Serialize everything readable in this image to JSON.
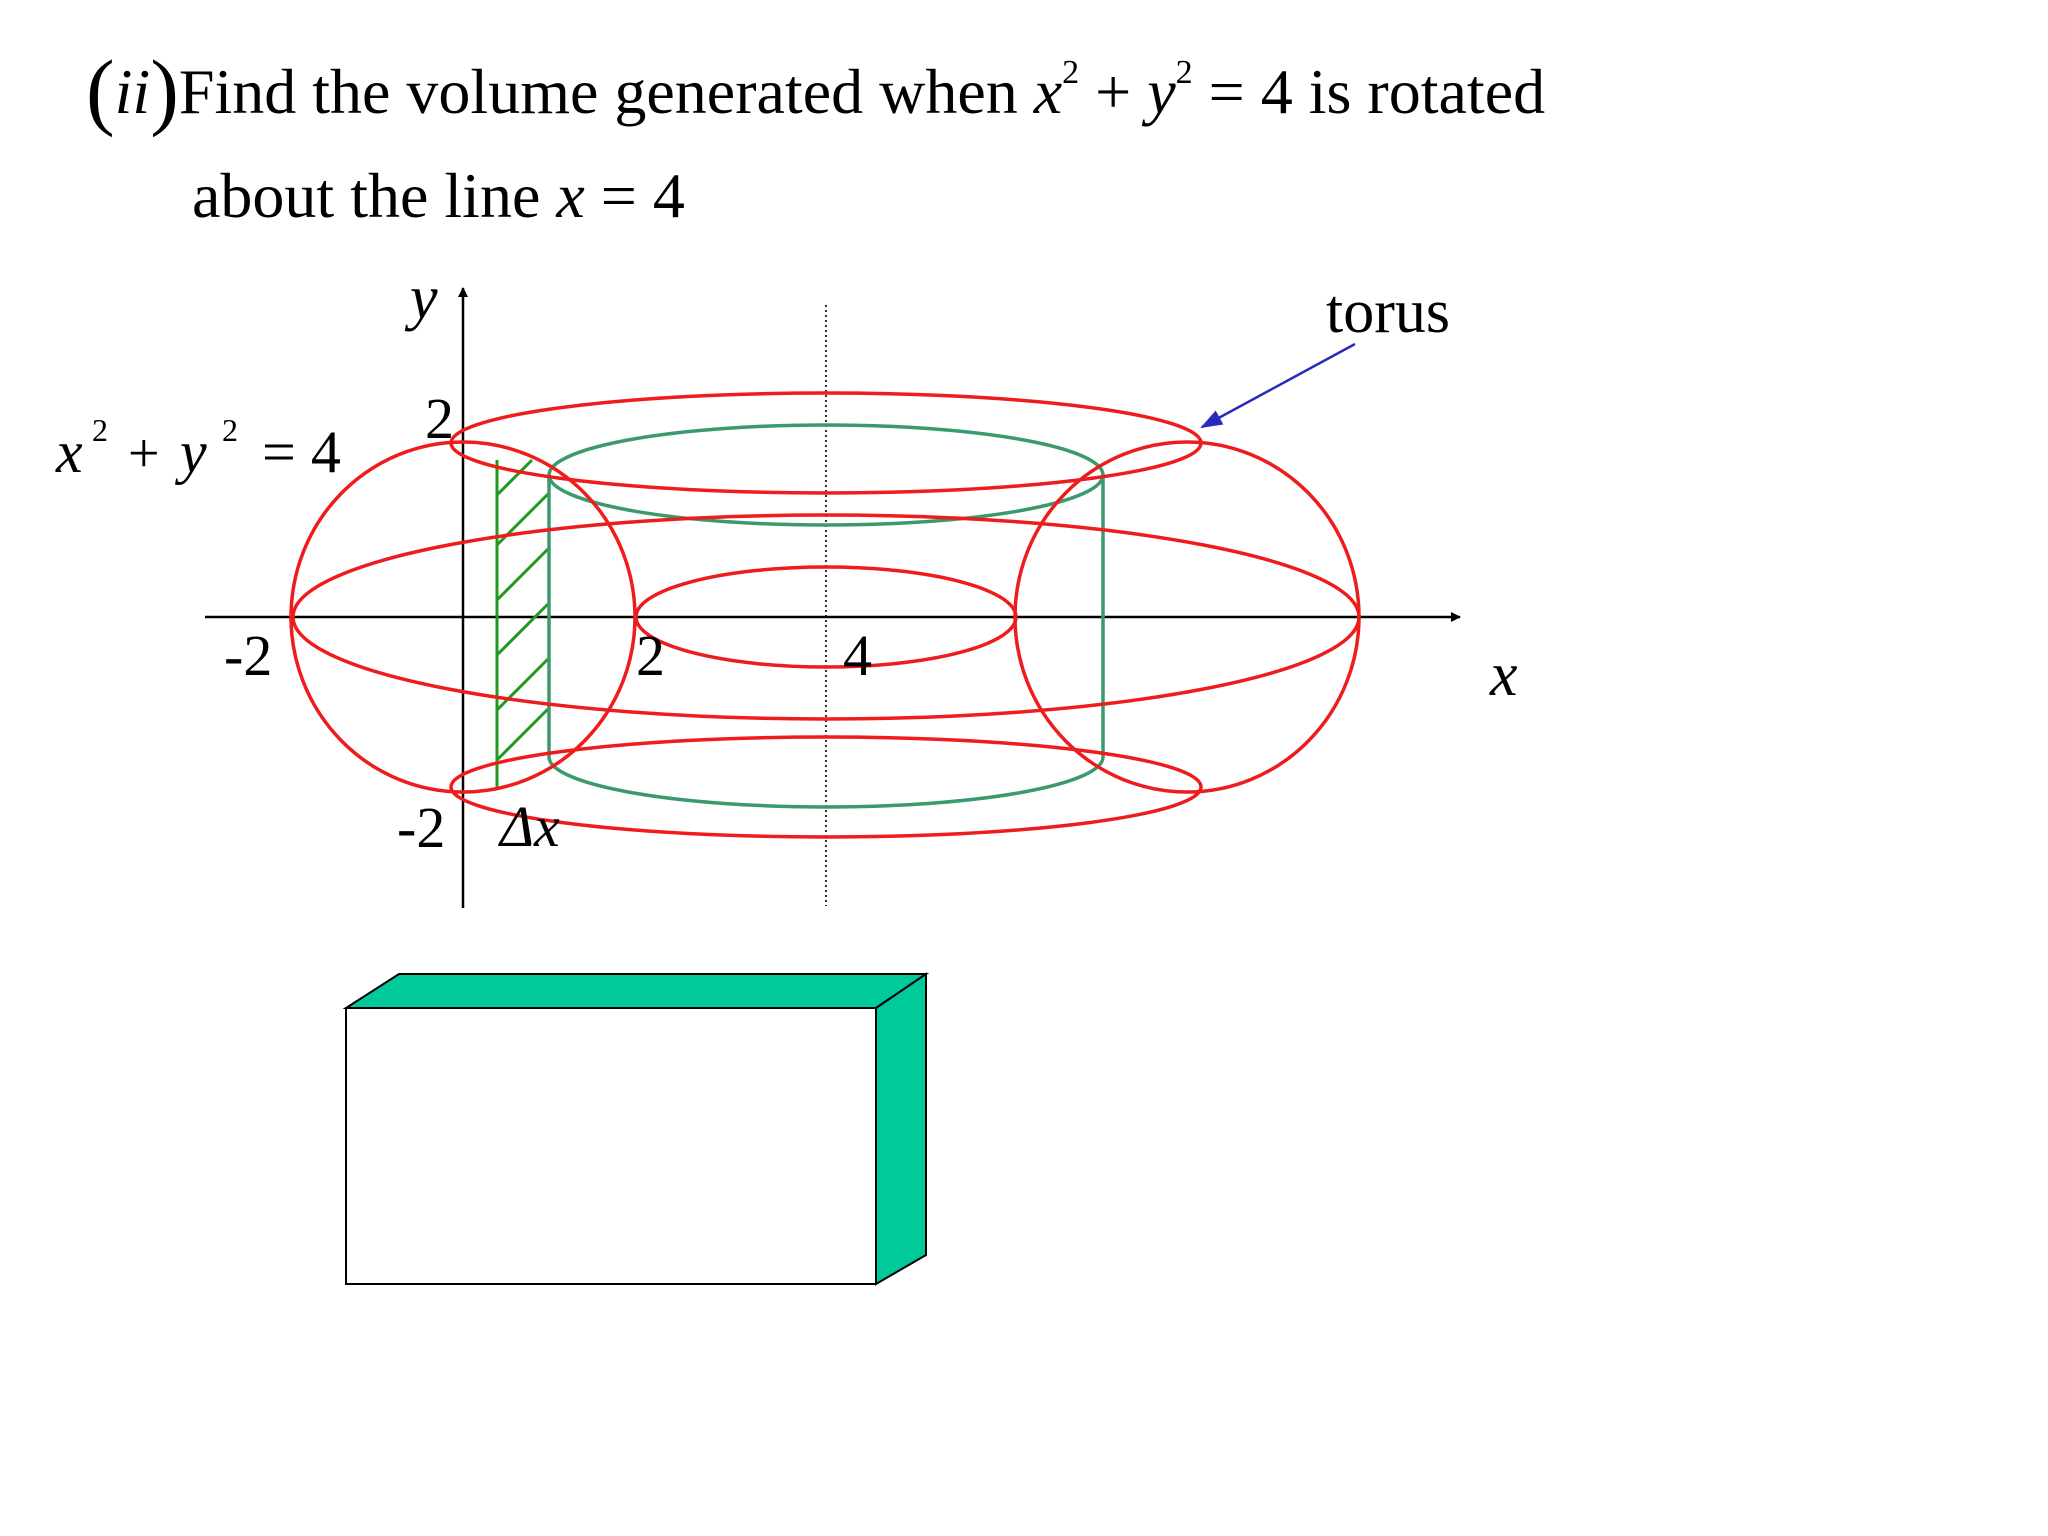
{
  "title": {
    "label": "(ii)",
    "prefix": "Find the volume generated when ",
    "eq_x": "x",
    "eq_exp1": "2",
    "eq_plus": " + ",
    "eq_y": "y",
    "eq_exp2": "2",
    "eq_rest": " = 4",
    "suffix": " is rotated",
    "line2_prefix": "about the line ",
    "line2_var": "x",
    "line2_rest": " = 4"
  },
  "diagram": {
    "y_axis_label": "y",
    "x_axis_label": "x",
    "circle_equation": {
      "x": "x",
      "exp1": "2",
      "plus": "+",
      "y": "y",
      "exp2": "2",
      "rest": "= 4"
    },
    "ticks": {
      "y_top": "2",
      "y_bottom": "-2",
      "x_left": "-2",
      "x_two": "2",
      "x_four": "4"
    },
    "delta_label": "Δx",
    "torus_label": "torus",
    "colors": {
      "torus": "#ee1c1c",
      "cylinder": "#3a9a6e",
      "hatch": "#1f9a1f",
      "arrow": "#2a2aba",
      "axis": "#000000",
      "box_top": "#00c99a",
      "box_side": "#00c99a",
      "box_face": "#ffffff"
    }
  }
}
